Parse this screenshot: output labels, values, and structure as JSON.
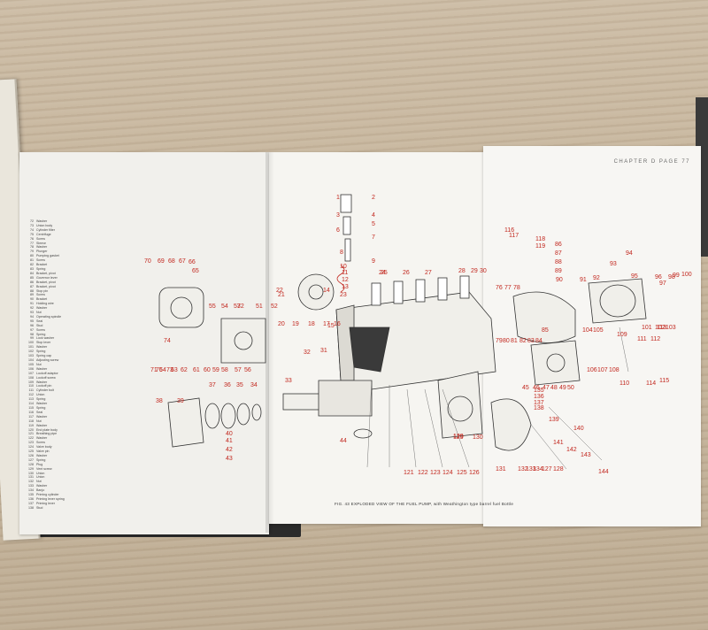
{
  "header": {
    "chapter": "CHAPTER D PAGE 77"
  },
  "caption": "FIG. 43 EXPLODED VIEW OF THE FUEL PUMP, with Weathington type barrel fuel Bottle",
  "callouts": [
    "1",
    "2",
    "3",
    "4",
    "5",
    "6",
    "7",
    "8",
    "9",
    "10",
    "11",
    "12",
    "13",
    "14",
    "15",
    "16",
    "17",
    "18",
    "19",
    "20",
    "21",
    "22",
    "23",
    "24",
    "25",
    "26",
    "27",
    "28",
    "29",
    "30",
    "31",
    "32",
    "33",
    "34",
    "35",
    "36",
    "37",
    "38",
    "39",
    "40",
    "41",
    "42",
    "43",
    "44",
    "45",
    "46",
    "47",
    "48",
    "49",
    "50",
    "51",
    "52",
    "53",
    "54",
    "55",
    "56",
    "57",
    "58",
    "59",
    "60",
    "61",
    "62",
    "63",
    "64",
    "65",
    "66",
    "67",
    "68",
    "69",
    "70",
    "71",
    "72",
    "73",
    "74",
    "75",
    "76",
    "77",
    "78",
    "79",
    "80",
    "81",
    "82",
    "83",
    "84",
    "85",
    "86",
    "87",
    "88",
    "89",
    "90",
    "91",
    "92",
    "93",
    "94",
    "95",
    "96",
    "97",
    "98",
    "99",
    "100",
    "101",
    "102",
    "103",
    "104",
    "105",
    "106",
    "107",
    "108",
    "109",
    "110",
    "111",
    "112",
    "113",
    "114",
    "115",
    "116",
    "117",
    "118",
    "119",
    "120",
    "121",
    "122",
    "123",
    "124",
    "125",
    "126",
    "127",
    "128",
    "129",
    "130",
    "131",
    "132",
    "133",
    "134",
    "135",
    "136",
    "137",
    "138",
    "139",
    "140",
    "141",
    "142",
    "143",
    "144"
  ],
  "parts_list": [
    {
      "num": "72",
      "name": "Washer"
    },
    {
      "num": "73",
      "name": "Union body"
    },
    {
      "num": "74",
      "name": "Cylinder filter"
    },
    {
      "num": "75",
      "name": "Centrifuge"
    },
    {
      "num": "76",
      "name": "Screw"
    },
    {
      "num": "77",
      "name": "Sleeve"
    },
    {
      "num": "78",
      "name": "Washer"
    },
    {
      "num": "79",
      "name": "Plunger"
    },
    {
      "num": "80",
      "name": "Pumping gasket"
    },
    {
      "num": "81",
      "name": "Screw"
    },
    {
      "num": "82",
      "name": "Bracket"
    },
    {
      "num": "83",
      "name": "Spring"
    },
    {
      "num": "84",
      "name": "Bracket, pivot"
    },
    {
      "num": "85",
      "name": "Governor lever"
    },
    {
      "num": "86",
      "name": "Bracket, pivot"
    },
    {
      "num": "87",
      "name": "Bracket, pivot"
    },
    {
      "num": "88",
      "name": "Stop pin"
    },
    {
      "num": "89",
      "name": "Screw"
    },
    {
      "num": "90",
      "name": "Bracket"
    },
    {
      "num": "91",
      "name": "Holding wire"
    },
    {
      "num": "92",
      "name": "Washer"
    },
    {
      "num": "93",
      "name": "Nut"
    },
    {
      "num": "94",
      "name": "Operating spindle"
    },
    {
      "num": "95",
      "name": "Seal"
    },
    {
      "num": "96",
      "name": "Stud"
    },
    {
      "num": "97",
      "name": "Screw"
    },
    {
      "num": "98",
      "name": "Spring"
    },
    {
      "num": "99",
      "name": "Lock washer"
    },
    {
      "num": "100",
      "name": "Stop lever"
    },
    {
      "num": "101",
      "name": "Washer"
    },
    {
      "num": "102",
      "name": "Spring"
    },
    {
      "num": "103",
      "name": "Spring cap"
    },
    {
      "num": "104",
      "name": "Adjusting screw"
    },
    {
      "num": "105",
      "name": "Nut"
    },
    {
      "num": "106",
      "name": "Washer"
    },
    {
      "num": "107",
      "name": "Lockoff adaptor"
    },
    {
      "num": "108",
      "name": "Lockoff screw"
    },
    {
      "num": "109",
      "name": "Washer"
    },
    {
      "num": "110",
      "name": "Lockoff pin"
    },
    {
      "num": "111",
      "name": "Cylinder bolt"
    },
    {
      "num": "112",
      "name": "Union"
    },
    {
      "num": "113",
      "name": "Spring"
    },
    {
      "num": "114",
      "name": "Washer"
    },
    {
      "num": "115",
      "name": "Spring"
    },
    {
      "num": "116",
      "name": "Seal"
    },
    {
      "num": "117",
      "name": "Washer"
    },
    {
      "num": "118",
      "name": "Nut"
    },
    {
      "num": "119",
      "name": "Washer"
    },
    {
      "num": "120",
      "name": "End plate body"
    },
    {
      "num": "121",
      "name": "Breathing pipe"
    },
    {
      "num": "122",
      "name": "Washer"
    },
    {
      "num": "123",
      "name": "Screw"
    },
    {
      "num": "124",
      "name": "Valve body"
    },
    {
      "num": "125",
      "name": "Valve pin"
    },
    {
      "num": "126",
      "name": "Washer"
    },
    {
      "num": "127",
      "name": "Spring"
    },
    {
      "num": "128",
      "name": "Plug"
    },
    {
      "num": "129",
      "name": "Vent screw"
    },
    {
      "num": "130",
      "name": "Union"
    },
    {
      "num": "131",
      "name": "Union"
    },
    {
      "num": "132",
      "name": "Nut"
    },
    {
      "num": "133",
      "name": "Washer"
    },
    {
      "num": "134",
      "name": "Banjo"
    },
    {
      "num": "135",
      "name": "Priming cylinder"
    },
    {
      "num": "136",
      "name": "Priming lever spring"
    },
    {
      "num": "137",
      "name": "Priming lever"
    },
    {
      "num": "138",
      "name": "Stud"
    }
  ],
  "colors": {
    "callout": "#c2271e",
    "ink": "#333333",
    "paper": "#f4f3ef",
    "table": "#c6b59c"
  }
}
